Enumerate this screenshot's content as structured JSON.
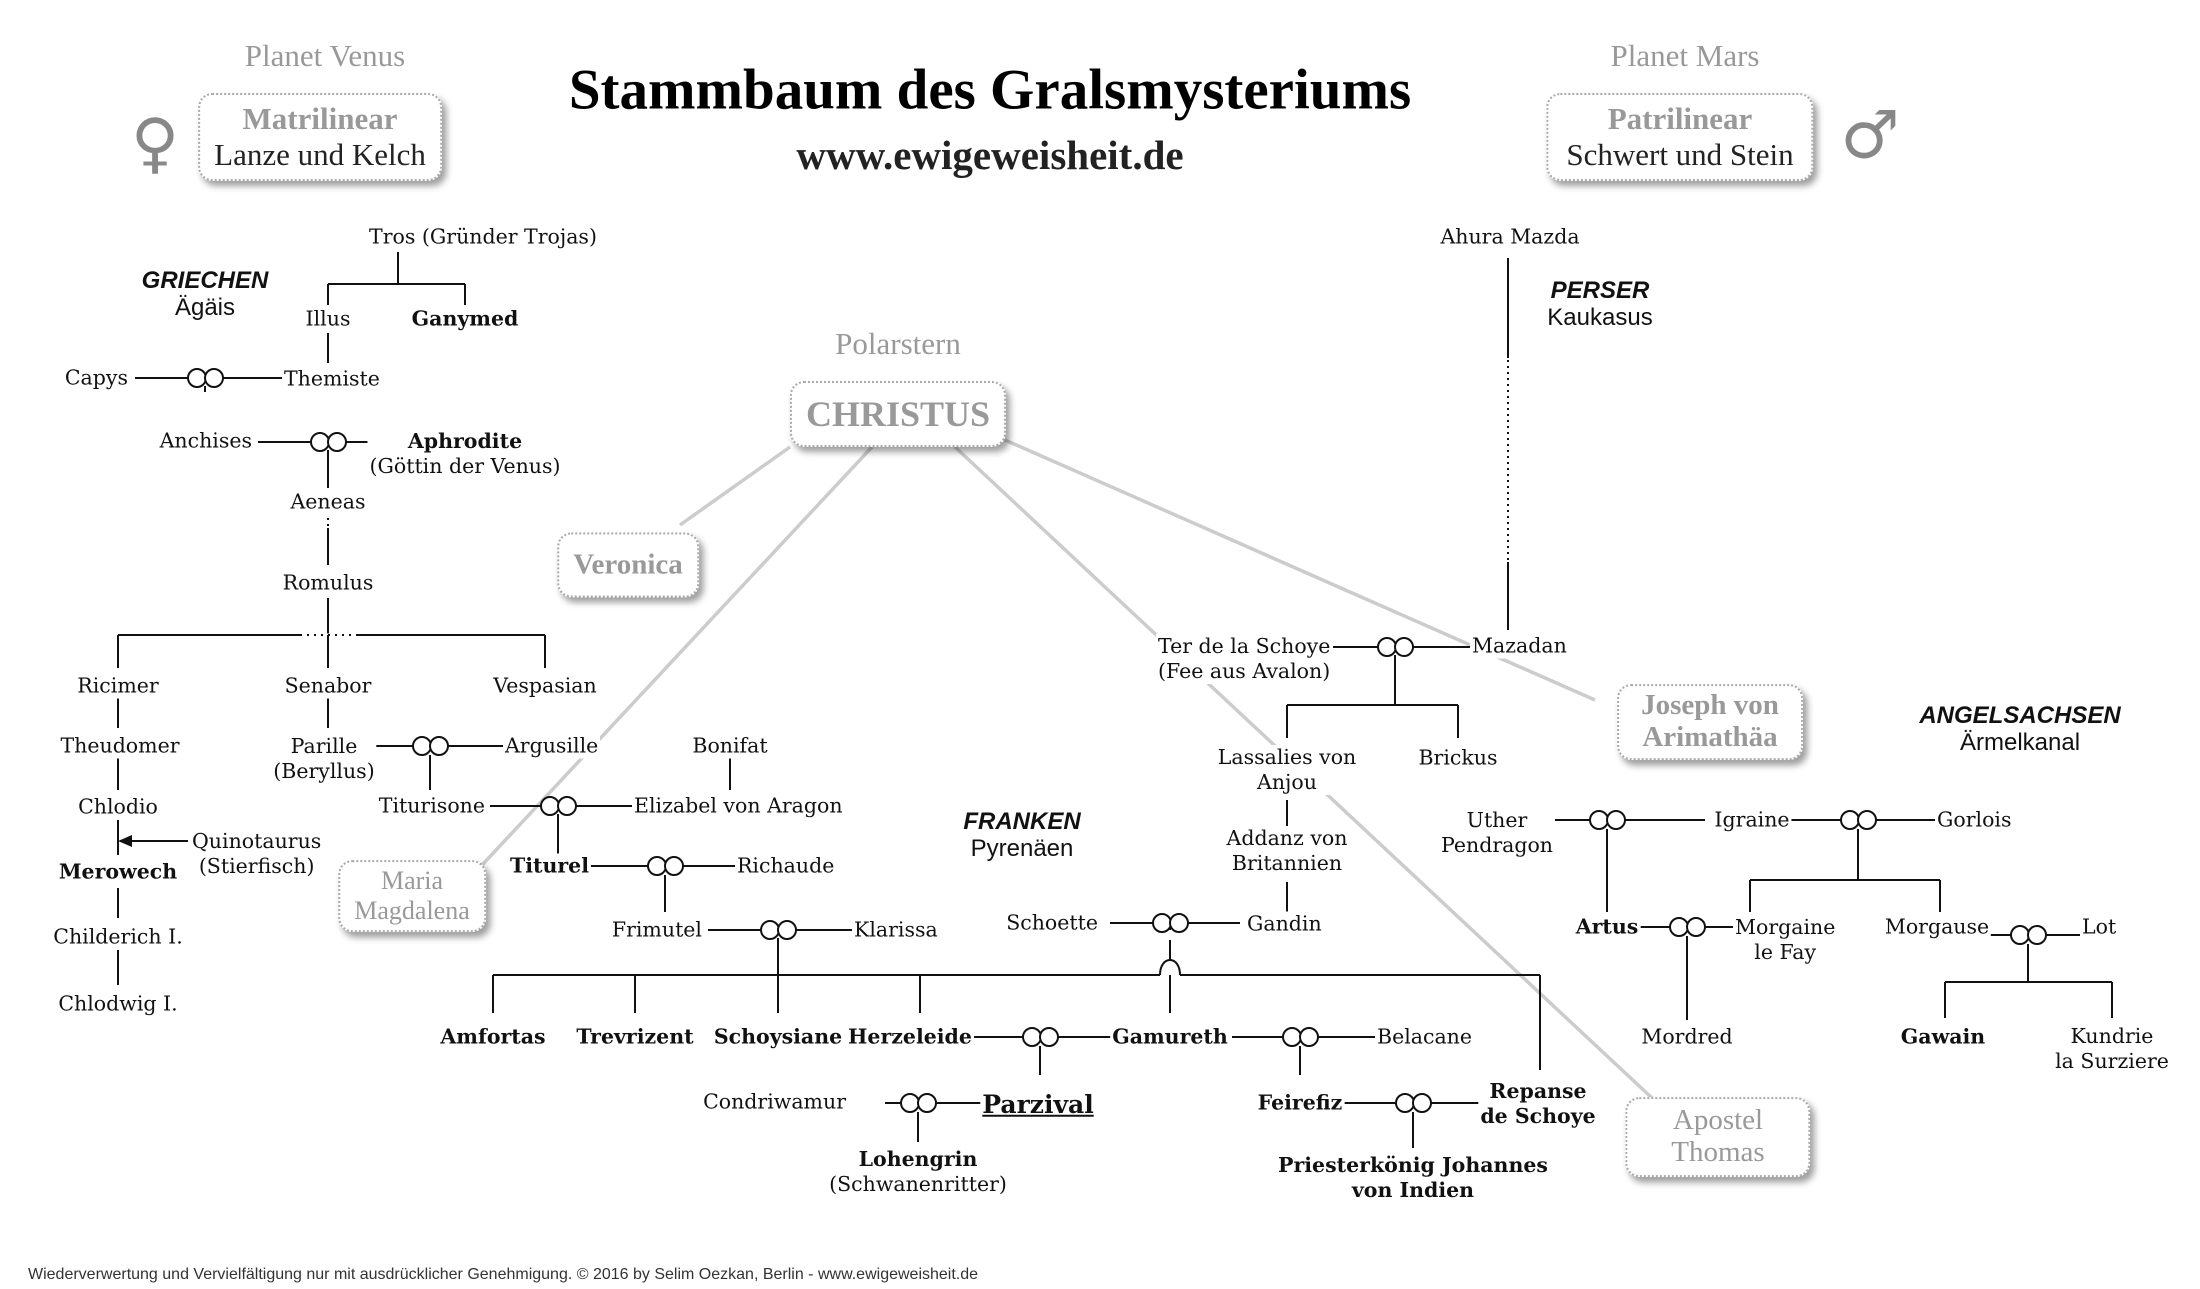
{
  "header": {
    "title": "Stammbaum des Gralsmysteriums",
    "url": "www.ewigeweisheit.de",
    "venus": {
      "planet": "Planet Venus",
      "heading": "Matrilinear",
      "subtitle": "Lanze und Kelch",
      "symbol": "♀"
    },
    "mars": {
      "planet": "Planet Mars",
      "heading": "Patrilinear",
      "subtitle": "Schwert und Stein",
      "symbol": "♂"
    }
  },
  "polar": {
    "label": "Polarstern",
    "name": "CHRISTUS"
  },
  "groups": {
    "griechen": {
      "name": "GRIECHEN",
      "region": "Ägäis"
    },
    "perser": {
      "name": "PERSER",
      "region": "Kaukasus"
    },
    "franken": {
      "name": "FRANKEN",
      "region": "Pyrenäen"
    },
    "angelsachsen": {
      "name": "ANGELSACHSEN",
      "region": "Ärmelkanal"
    }
  },
  "boxes": {
    "veronica": [
      "Veronica"
    ],
    "maria": [
      "Maria",
      "Magdalena"
    ],
    "joseph": [
      "Joseph von",
      "Arimathäa"
    ],
    "thomas": [
      "Apostel",
      "Thomas"
    ]
  },
  "persons": {
    "tros": "Tros (Gründer Trojas)",
    "illus": "Illus",
    "ganymed": "Ganymed",
    "capys": "Capys",
    "themiste": "Themiste",
    "anchises": "Anchises",
    "aphrodite": "Aphrodite",
    "aphrodite_note": "(Göttin der Venus)",
    "aeneas": "Aeneas",
    "romulus": "Romulus",
    "ricimer": "Ricimer",
    "senabor": "Senabor",
    "vespasian": "Vespasian",
    "theudomer": "Theudomer",
    "parille": "Parille",
    "parille_note": "(Beryllus)",
    "argusille": "Argusille",
    "chlodio": "Chlodio",
    "quinotaurus": "Quinotaurus",
    "quinotaurus_note": "(Stierfisch)",
    "merowech": "Merowech",
    "childerich": "Childerich I.",
    "chlodwig": "Chlodwig I.",
    "bonifat": "Bonifat",
    "titurisone": "Titurisone",
    "elizabel": "Elizabel von Aragon",
    "titurel": "Titurel",
    "richaude": "Richaude",
    "frimutel": "Frimutel",
    "klarissa": "Klarissa",
    "amfortas": "Amfortas",
    "trevrizent": "Trevrizent",
    "schoysiane": "Schoysiane",
    "herzeleide": "Herzeleide",
    "gamureth": "Gamureth",
    "belacane": "Belacane",
    "condriwamur": "Condriwamur",
    "parzival": "Parzival",
    "lohengrin": "Lohengrin",
    "lohengrin_note": "(Schwanenritter)",
    "feirefiz": "Feirefiz",
    "repanse": [
      "Repanse",
      "de Schoye"
    ],
    "priesterkoenig": [
      "Priesterkönig Johannes",
      "von Indien"
    ],
    "ahura": "Ahura Mazda",
    "mazadan": "Mazadan",
    "terdelaschoye": [
      "Ter de la Schoye",
      "(Fee aus Avalon)"
    ],
    "lassalies": [
      "Lassalies von",
      "Anjou"
    ],
    "brickus": "Brickus",
    "addanz": [
      "Addanz von",
      "Britannien"
    ],
    "schoette": "Schoette",
    "gandin": "Gandin",
    "uther": [
      "Uther",
      "Pendragon"
    ],
    "igraine": "Igraine",
    "gorlois": "Gorlois",
    "artus": "Artus",
    "morgaine": [
      "Morgaine",
      "le Fay"
    ],
    "morgause": "Morgause",
    "lot": "Lot",
    "mordred": "Mordred",
    "gawain": "Gawain",
    "kundrie": [
      "Kundrie",
      "la Surziere"
    ]
  },
  "footer": "Wiederverwertung und Vervielfältigung nur mit ausdrücklicher Genehmigung. © 2016 by Selim Oezkan, Berlin - www.ewigeweisheit.de",
  "colors": {
    "line": "#111111",
    "christ_line": "#cccccc",
    "box_text": "#999999"
  }
}
